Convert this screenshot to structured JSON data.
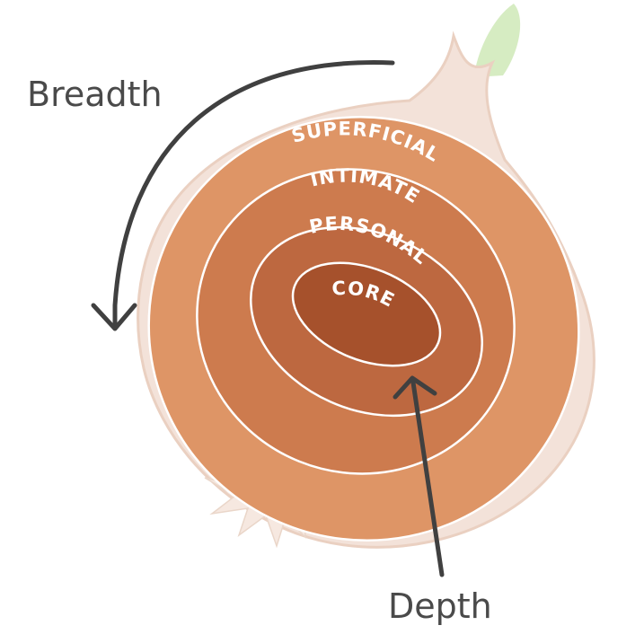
{
  "labels": {
    "breadth": "Breadth",
    "depth": "Depth"
  },
  "layers": [
    {
      "label": "SUPERFICIAL",
      "color": "#de9566"
    },
    {
      "label": "INTIMATE",
      "color": "#cd7b4e"
    },
    {
      "label": "PERSONAL",
      "color": "#bd6840"
    },
    {
      "label": "CORE",
      "color": "#a6512c"
    }
  ],
  "colors": {
    "skin": "#f3e2d9",
    "skin_shadow": "#ead0c1",
    "sprout": "#d6ecc2",
    "arrow": "#404040",
    "ring_line": "#ffffff"
  },
  "icons": {
    "breadth_arrow": "curved-arrow-icon",
    "depth_arrow": "straight-arrow-icon"
  }
}
